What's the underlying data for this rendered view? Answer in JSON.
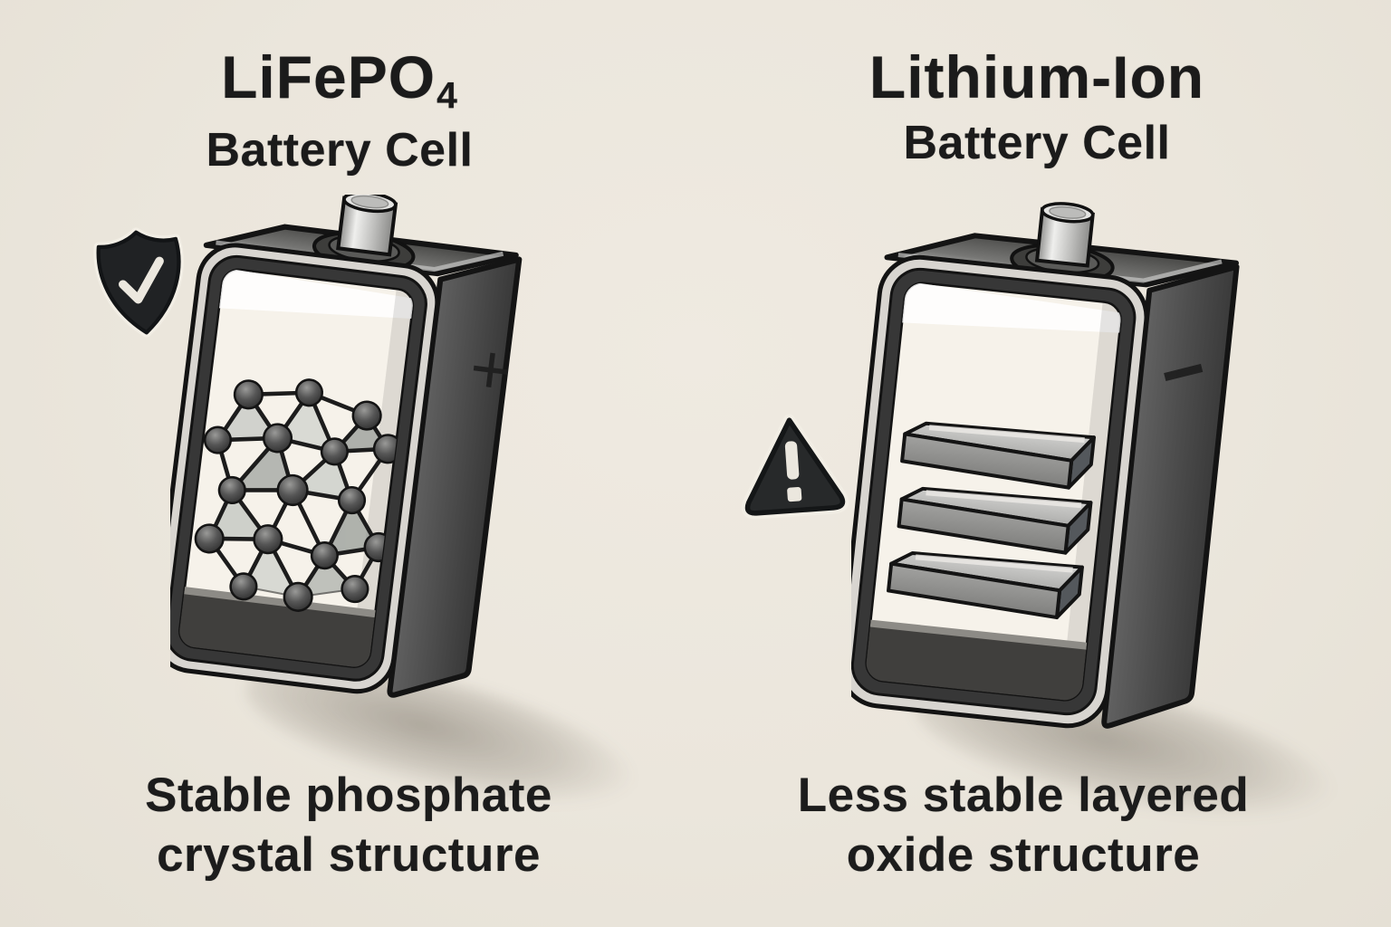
{
  "background_color": "#ebe6dc",
  "text_color": "#1b1b1b",
  "left_panel": {
    "title": "LiFePO",
    "title_subscript": "4",
    "subtitle": "Battery Cell",
    "badge": "shield-check",
    "terminal_sign": "+",
    "caption_line1": "Stable phosphate",
    "caption_line2": "crystal structure",
    "illustration": "cutaway battery cell showing phosphate crystal lattice"
  },
  "right_panel": {
    "title": "Lithium-Ion",
    "subtitle": "Battery Cell",
    "badge": "warning-triangle",
    "terminal_sign": "−",
    "caption_line1": "Less stable layered",
    "caption_line2": "oxide structure",
    "illustration": "cutaway battery cell showing layered oxide slabs"
  },
  "colors": {
    "battery_body_dark": "#434343",
    "battery_rim_silver": "#d8d5d0",
    "battery_interior_cream": "#f6f2ea",
    "battery_bottom_band": "#403f3d",
    "terminal_metal": "#c9c9c9",
    "icon_dark": "#232526",
    "atom_dark": "#3a3a3a",
    "slab_gray": "#8f8f8f"
  }
}
